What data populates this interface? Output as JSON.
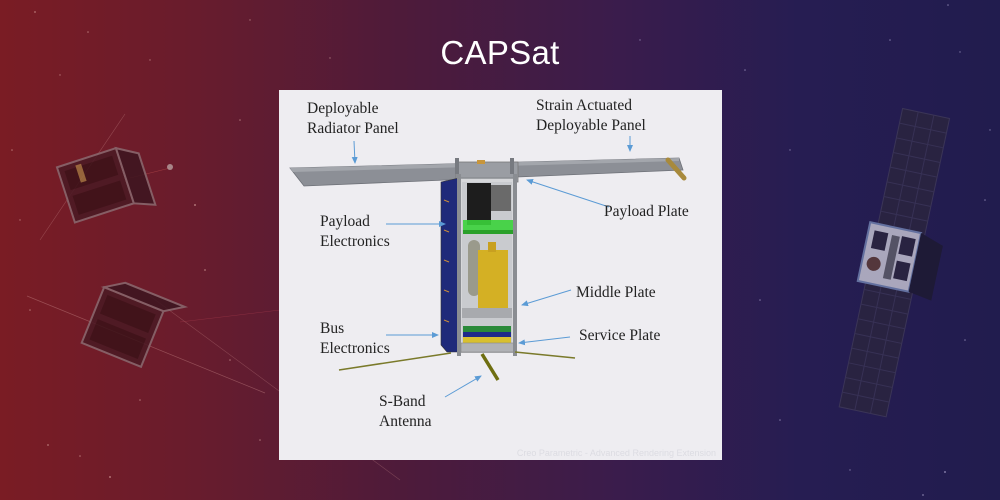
{
  "slide": {
    "title": "CAPSat",
    "background": {
      "left_color": "#7a1c24",
      "center_color": "#4e1b3a",
      "right_color": "#211c4e"
    }
  },
  "figure": {
    "background_color": "#eeedf1",
    "arrow_color": "#5b9bd5",
    "labels": {
      "deployable_radiator_panel": "Deployable\nRadiator Panel",
      "strain_actuated_panel": "Strain Actuated\nDeployable Panel",
      "payload_plate": "Payload Plate",
      "payload_electronics": "Payload\nElectronics",
      "middle_plate": "Middle Plate",
      "bus_electronics": "Bus\nElectronics",
      "service_plate": "Service Plate",
      "s_band_antenna": "S-Band\nAntenna"
    },
    "watermark": "Creo Parametric - Advanced Rendering Extension"
  }
}
